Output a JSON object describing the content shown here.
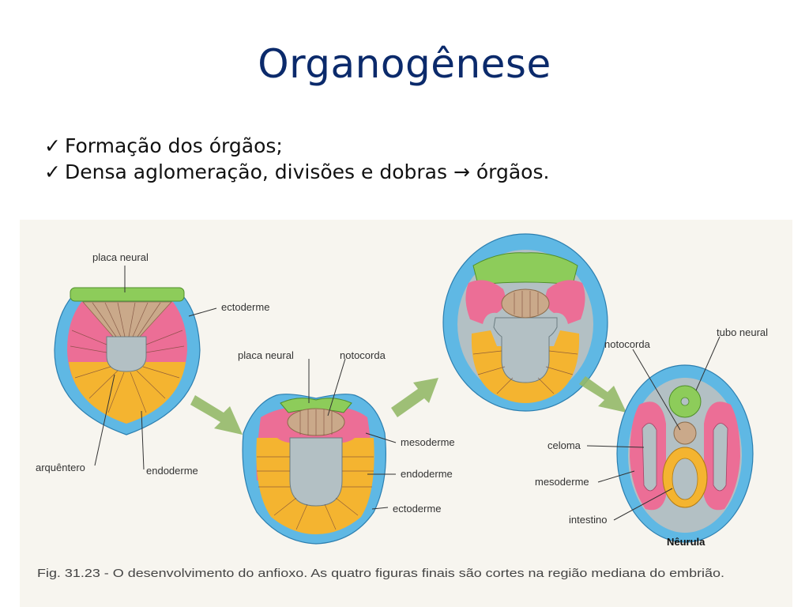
{
  "slide": {
    "title": "Organogênese",
    "bullets": [
      {
        "check": "✓",
        "text": "Formação dos órgãos;"
      },
      {
        "check": "✓",
        "text": "Densa aglomeração, divisões e dobras → órgãos."
      }
    ]
  },
  "figure": {
    "labels": {
      "s1_placa_neural": "placa neural",
      "s1_ectoderme": "ectoderme",
      "s1_arquentero": "arquêntero",
      "s1_endoderme": "endoderme",
      "s2_placa_neural": "placa neural",
      "s2_notocorda": "notocorda",
      "s2_mesoderme": "mesoderme",
      "s2_endoderme": "endoderme",
      "s2_ectoderme": "ectoderme",
      "s4_notocorda": "notocorda",
      "s4_tubo_neural": "tubo neural",
      "s4_celoma": "celoma",
      "s4_mesoderme": "mesoderme",
      "s4_intestino": "intestino",
      "s4_title": "Nêurula"
    },
    "caption": "Fig. 31.23 - O desenvolvimento do anfioxo. As quatro figuras finais são cortes na região mediana do embrião.",
    "colors": {
      "ectoderm": "#5fb8e4",
      "neural": "#8dcc5a",
      "mesoderm": "#ec6e96",
      "endoderm": "#f4b430",
      "notochord": "#caa98a",
      "cavity": "#b3c0c4",
      "arrow": "#93b968",
      "background": "#f7f5ef"
    }
  }
}
